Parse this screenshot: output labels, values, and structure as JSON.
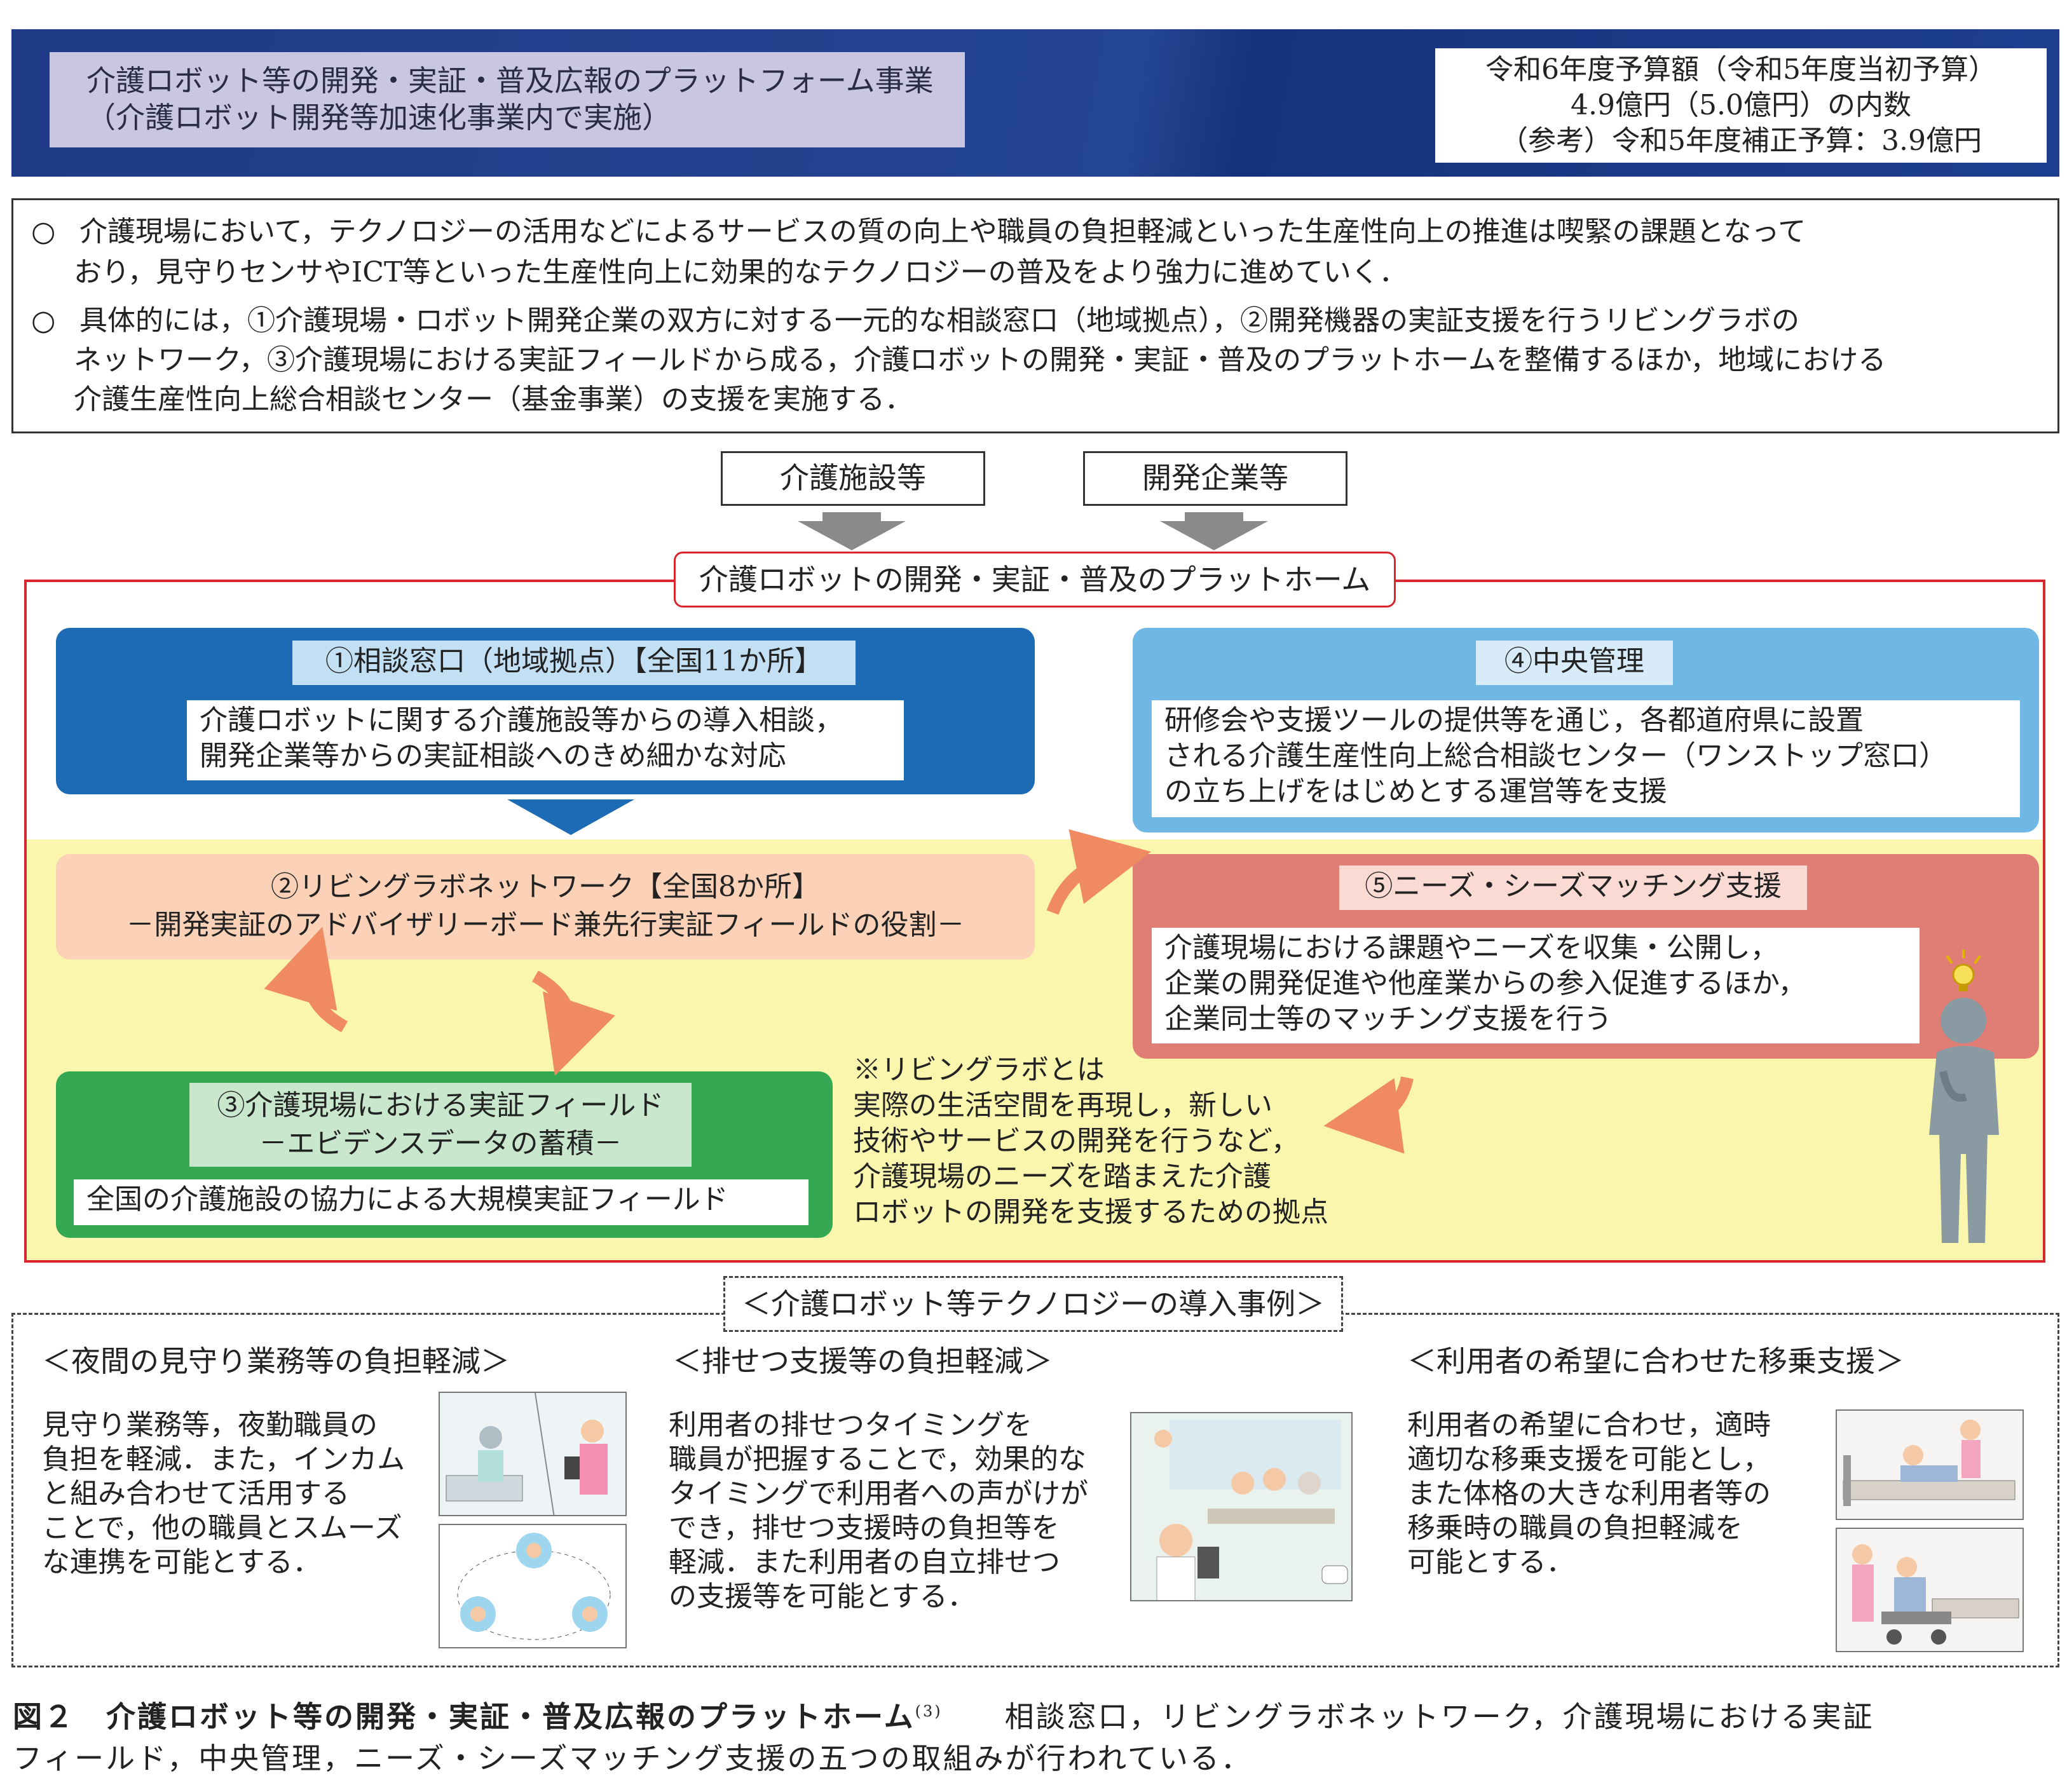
{
  "header": {
    "title_lines": [
      "介護ロボット等の開発・実証・普及広報のプラットフォーム事業",
      "（介護ロボット開発等加速化事業内で実施）"
    ],
    "budget_lines": [
      "令和6年度予算額（令和5年度当初予算）",
      "4.9億円（5.0億円）の内数",
      "（参考）令和5年度補正予算：3.9億円"
    ],
    "colors": {
      "band": "#1f3a86",
      "title_bg": "#c9c6e1"
    }
  },
  "intro": {
    "bullets": [
      {
        "marker": "○",
        "lines": [
          "　介護現場において，テクノロジーの活用などによるサービスの質の向上や職員の負担軽減といった生産性向上の推進は喫緊の課題となって",
          "おり，見守りセンサやICT等といった生産性向上に効果的なテクノロジーの普及をより強力に進めていく．"
        ]
      },
      {
        "marker": "○",
        "lines": [
          "　具体的には，①介護現場・ロボット開発企業の双方に対する一元的な相談窓口（地域拠点），②開発機器の実証支援を行うリビングラボの",
          "ネットワーク，③介護現場における実証フィールドから成る，介護ロボットの開発・実証・普及のプラットホームを整備するほか，地域における",
          "介護生産性向上総合相談センター（基金事業）の支援を実施する．"
        ]
      }
    ]
  },
  "sources": {
    "left": "介護施設等",
    "right": "開発企業等"
  },
  "platform": {
    "label": "介護ロボットの開発・実証・普及のプラットホーム",
    "box1": {
      "tag": "①相談窓口（地域拠点）【全国11か所】",
      "lines": [
        "介護ロボットに関する介護施設等からの導入相談，",
        "開発企業等からの実証相談へのきめ細かな対応"
      ],
      "color": "#1e6bb5"
    },
    "box2": {
      "lines": [
        "②リビングラボネットワーク【全国8か所】",
        "－開発実証のアドバイザリーボード兼先行実証フィールドの役割－"
      ],
      "color": "#fbd2b8"
    },
    "box3": {
      "tag_lines": [
        "③介護現場における実証フィールド",
        "－エビデンスデータの蓄積－"
      ],
      "text": "全国の介護施設の協力による大規模実証フィールド",
      "color": "#35a853"
    },
    "box4": {
      "tag": "④中央管理",
      "lines": [
        "研修会や支援ツールの提供等を通じ，各都道府県に設置",
        "される介護生産性向上総合相談センター（ワンストップ窓口）",
        "の立ち上げをはじめとする運営等を支援"
      ],
      "color": "#6fb8e6"
    },
    "box5": {
      "tag": "⑤ニーズ・シーズマッチング支援",
      "lines": [
        "介護現場における課題やニーズを収集・公開し，",
        "企業の開発促進や他産業からの参入促進するほか，",
        "企業同士等のマッチング支援を行う"
      ],
      "color": "#e07d74"
    },
    "note_lines": [
      "※リビングラボとは",
      "実際の生活空間を再現し，新しい",
      "技術やサービスの開発を行うなど，",
      "介護現場のニーズを踏まえた介護",
      "ロボットの開発を支援するための拠点"
    ],
    "colors": {
      "border": "#d8262f",
      "yellow": "#fbf6ae",
      "arrow_orange": "#ef8a62"
    }
  },
  "cases": {
    "label": "＜介護ロボット等テクノロジーの導入事例＞",
    "items": [
      {
        "title": "＜夜間の見守り業務等の負担軽減＞",
        "lines": [
          "見守り業務等，夜勤職員の",
          "負担を軽減．また，インカム",
          "と組み合わせて活用する",
          "ことで，他の職員とスムーズ",
          "な連携を可能とする．"
        ]
      },
      {
        "title": "＜排せつ支援等の負担軽減＞",
        "lines": [
          "利用者の排せつタイミングを",
          "職員が把握することで，効果的な",
          "タイミングで利用者への声がけが",
          "でき，排せつ支援時の負担等を",
          "軽減．また利用者の自立排せつ",
          "の支援等を可能とする．"
        ]
      },
      {
        "title": "＜利用者の希望に合わせた移乗支援＞",
        "lines": [
          "利用者の希望に合わせ，適時",
          "適切な移乗支援を可能とし，",
          "また体格の大きな利用者等の",
          "移乗時の職員の負担軽減を",
          "可能とする．"
        ]
      }
    ]
  },
  "caption": {
    "figure": "図２　介護ロボット等の開発・実証・普及広報のプラットホーム",
    "ref": "(3)",
    "line1_rest": "　　相談窓口，リビングラボネットワーク，介護現場における実証",
    "line2": "フィールド，中央管理，ニーズ・シーズマッチング支援の五つの取組みが行われている．"
  }
}
